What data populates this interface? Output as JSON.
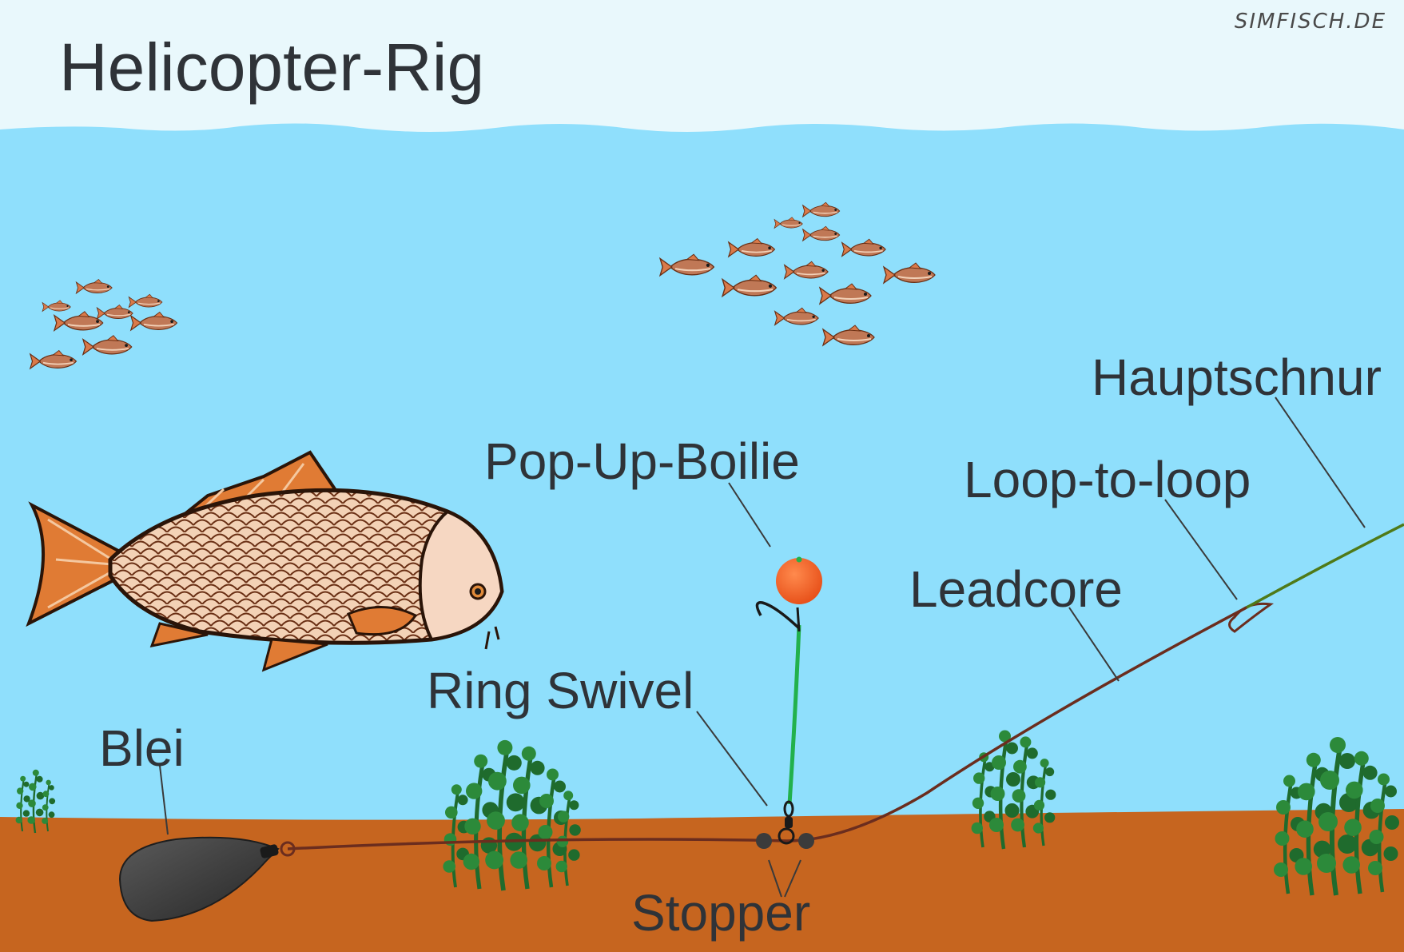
{
  "title": "Helicopter-Rig",
  "watermark": "SIMFISCH.DE",
  "labels": {
    "hauptschnur": "Hauptschnur",
    "loop_to_loop": "Loop-to-loop",
    "pop_up_boilie": "Pop-Up-Boilie",
    "leadcore": "Leadcore",
    "ring_swivel": "Ring Swivel",
    "blei": "Blei",
    "stopper": "Stopper"
  },
  "colors": {
    "sky": "#e9f8fc",
    "water": "#8fdffc",
    "ground": "#c6651f",
    "label_text": "#2f3338",
    "boilie": "#e8521b",
    "hooklink": "#22b14c",
    "leadcore": "#6b2d1e",
    "mainline": "#4f7a18",
    "lead": "#3c3c3c",
    "weed": "#1f6b2d",
    "carp": "#c96a2a",
    "small_fish": "#c07856"
  }
}
